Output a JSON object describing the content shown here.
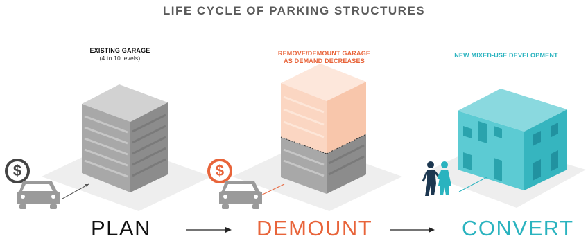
{
  "title": "LIFE CYCLE OF PARKING STRUCTURES",
  "stages": [
    {
      "caption_line1": "EXISTING GARAGE",
      "caption_line2": "(4 to 10 levels)",
      "label": "PLAN",
      "color": "#111111",
      "caption_color": "#111111"
    },
    {
      "caption_line1": "REMOVE/DEMOUNT GARAGE",
      "caption_line2": "AS DEMAND DECREASES",
      "label": "DEMOUNT",
      "color": "#e8643a",
      "caption_color": "#e8643a"
    },
    {
      "caption_line1": "NEW MIXED-USE DEVELOPMENT",
      "caption_line2": "",
      "label": "CONVERT",
      "color": "#2ab3bf",
      "caption_color": "#2ab3bf"
    }
  ],
  "icons": {
    "money_symbol": "$",
    "money_colors": [
      "#444444",
      "#e8643a"
    ]
  },
  "colors": {
    "garage_light": "#b5b5b5",
    "garage_dark": "#8a8a8a",
    "demount_fade": "#fbd9c7",
    "building_cyan": "#4dc6cf",
    "building_cyan_dark": "#2aa9b3",
    "car_gray": "#9a9a9a"
  }
}
